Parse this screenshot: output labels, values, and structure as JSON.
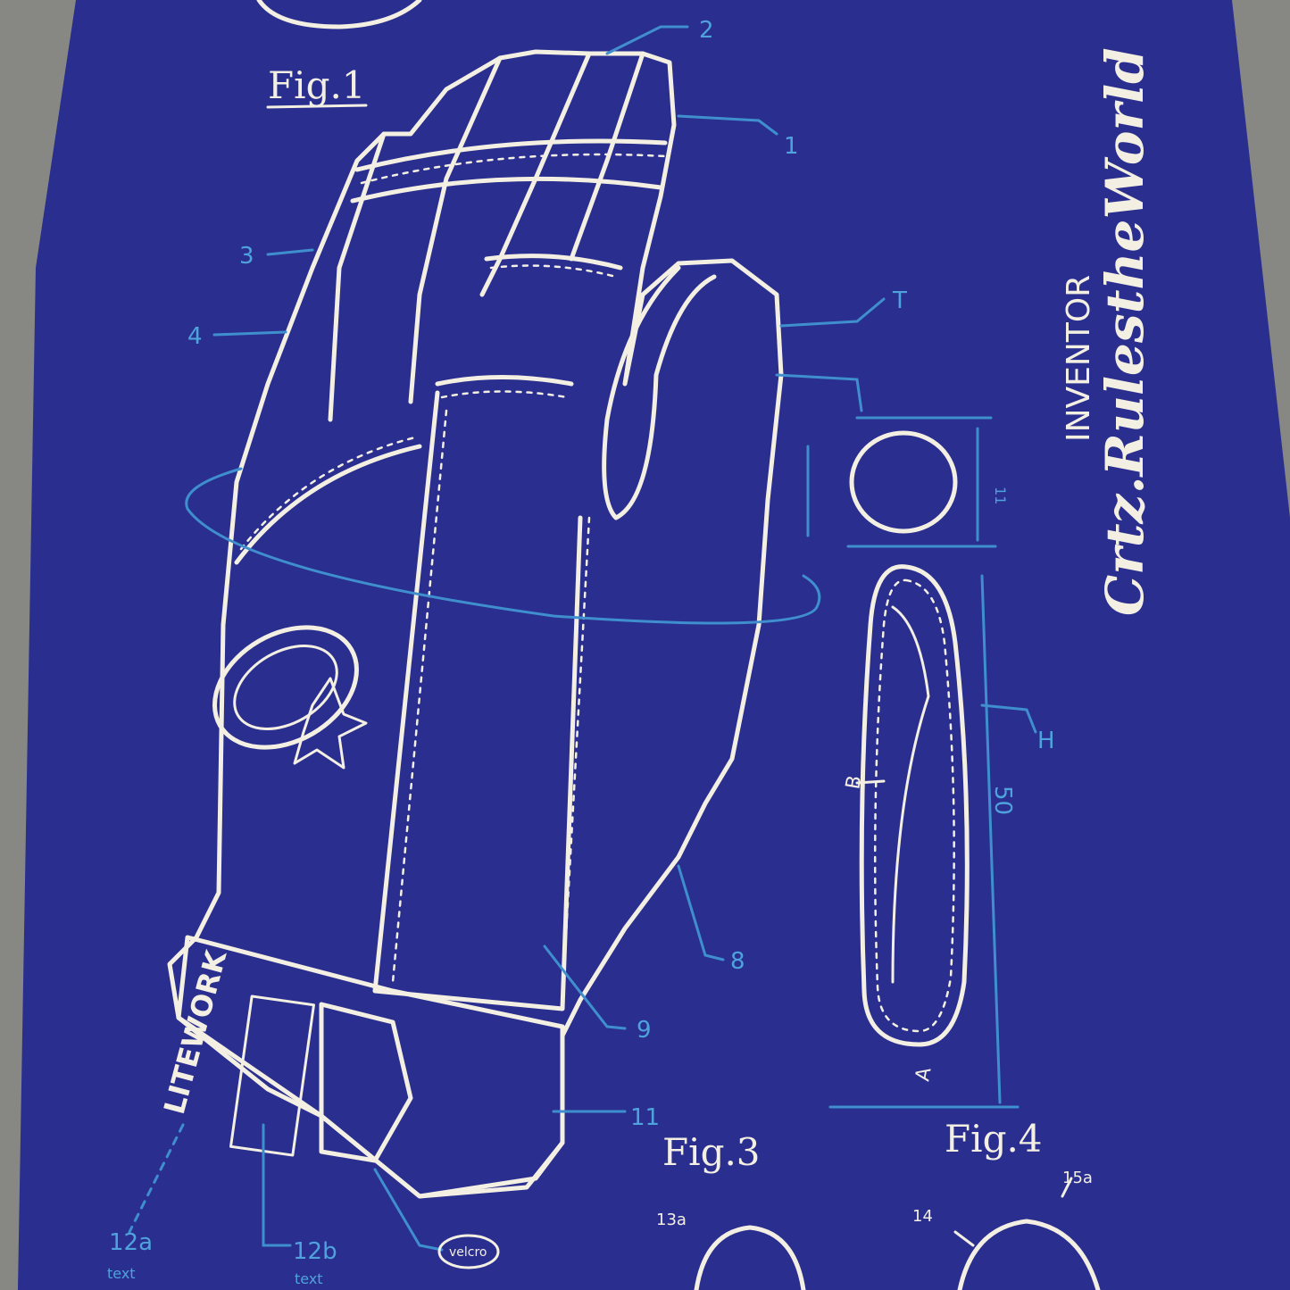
{
  "figures": {
    "fig1": "Fig.1",
    "fig3": "Fig.3",
    "fig4": "Fig.4"
  },
  "part_labels": {
    "l1": "1",
    "l2": "2",
    "l3": "3",
    "l4": "4",
    "lT": "T",
    "l8": "8",
    "l9": "9",
    "l11": "11",
    "l12a": "12a",
    "l12b": "12b",
    "l13a": "13a",
    "l14": "14",
    "l15a": "15a",
    "lH": "H",
    "l50": "50",
    "l11v": "11",
    "lA": "A",
    "lB": "B",
    "text1": "text",
    "text2": "text",
    "velcro": "velcro"
  },
  "brand": "LITEWORK",
  "inventor": {
    "heading": "INVENTOR",
    "name": "Crtz.RulestheWorld"
  },
  "colors": {
    "board": "#2a2f8f",
    "line_white": "#f3efe2",
    "dimension_blue": "#4ea3dc",
    "concrete": "#878883"
  }
}
